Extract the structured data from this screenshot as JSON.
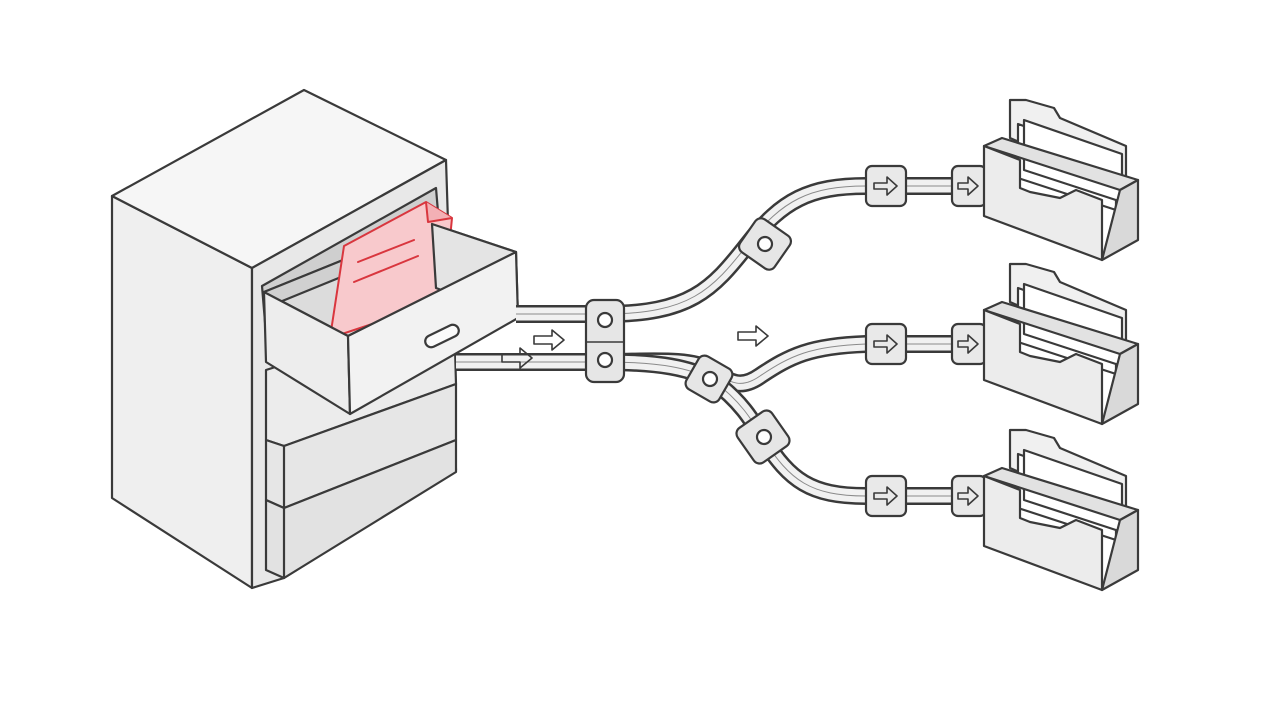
{
  "diagram": {
    "colors": {
      "outline": "#3a3a3a",
      "panel_light": "#f3f3f3",
      "panel_mid": "#e6e6e6",
      "panel_dark": "#d9d9d9",
      "pipe_fill": "#f1f1f1",
      "highlight_fill": "#f8c9cc",
      "highlight_stroke": "#d9363e"
    },
    "source": {
      "icon": "filing-cabinet-icon",
      "drawers": 4,
      "open_drawer": 1,
      "highlighted_item": "document-icon"
    },
    "flow": {
      "branches": 3,
      "arrow_icon": "right-arrow-icon"
    },
    "destinations": [
      {
        "icon": "file-tray-icon"
      },
      {
        "icon": "file-tray-icon"
      },
      {
        "icon": "file-tray-icon"
      }
    ]
  }
}
